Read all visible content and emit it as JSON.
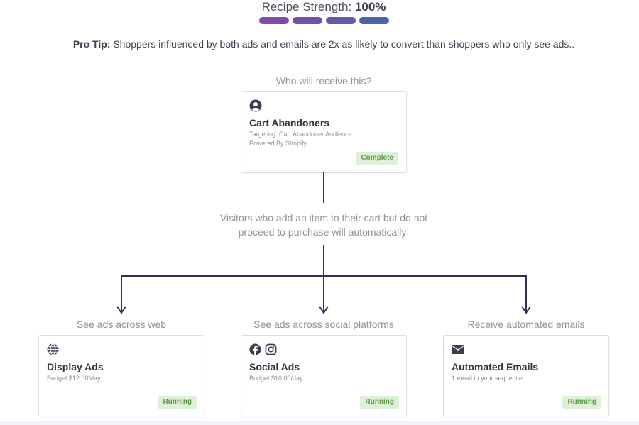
{
  "header": {
    "strength_label": "Recipe Strength:",
    "strength_value": "100%",
    "strength_bar_colors": [
      "#7b4bb0",
      "#6f52ac",
      "#5f5ba8",
      "#4f63a3"
    ],
    "strength_fill": 1.0
  },
  "protip": {
    "label": "Pro Tip:",
    "text": "Shoppers influenced by both ads and emails are 2x as likely to convert than shoppers who only see ads.."
  },
  "audience": {
    "question": "Who will receive this?",
    "icon": "user-circle-icon",
    "title": "Cart Abandoners",
    "targeting": "Targeting: Cart Abandoner Audience",
    "powered_by": "Powered By Shopify",
    "status": "Complete"
  },
  "description": {
    "line1": "Visitors who add an item to their cart but do not",
    "line2": "proceed to purchase will automatically:"
  },
  "channels": [
    {
      "heading": "See ads across web",
      "icon": "globe-icon",
      "title": "Display Ads",
      "detail": "Budget $12.00/day",
      "status": "Running"
    },
    {
      "heading": "See ads across social platforms",
      "icons": [
        "facebook-icon",
        "instagram-icon"
      ],
      "title": "Social Ads",
      "detail": "Budget $10.00/day",
      "status": "Running"
    },
    {
      "heading": "Receive automated emails",
      "icon": "envelope-icon",
      "title": "Automated Emails",
      "detail": "1 email in your sequence",
      "status": "Running"
    }
  ],
  "colors": {
    "connector": "#2c3157",
    "badge_bg": "#dff0d8",
    "badge_text": "#5f9a45"
  }
}
